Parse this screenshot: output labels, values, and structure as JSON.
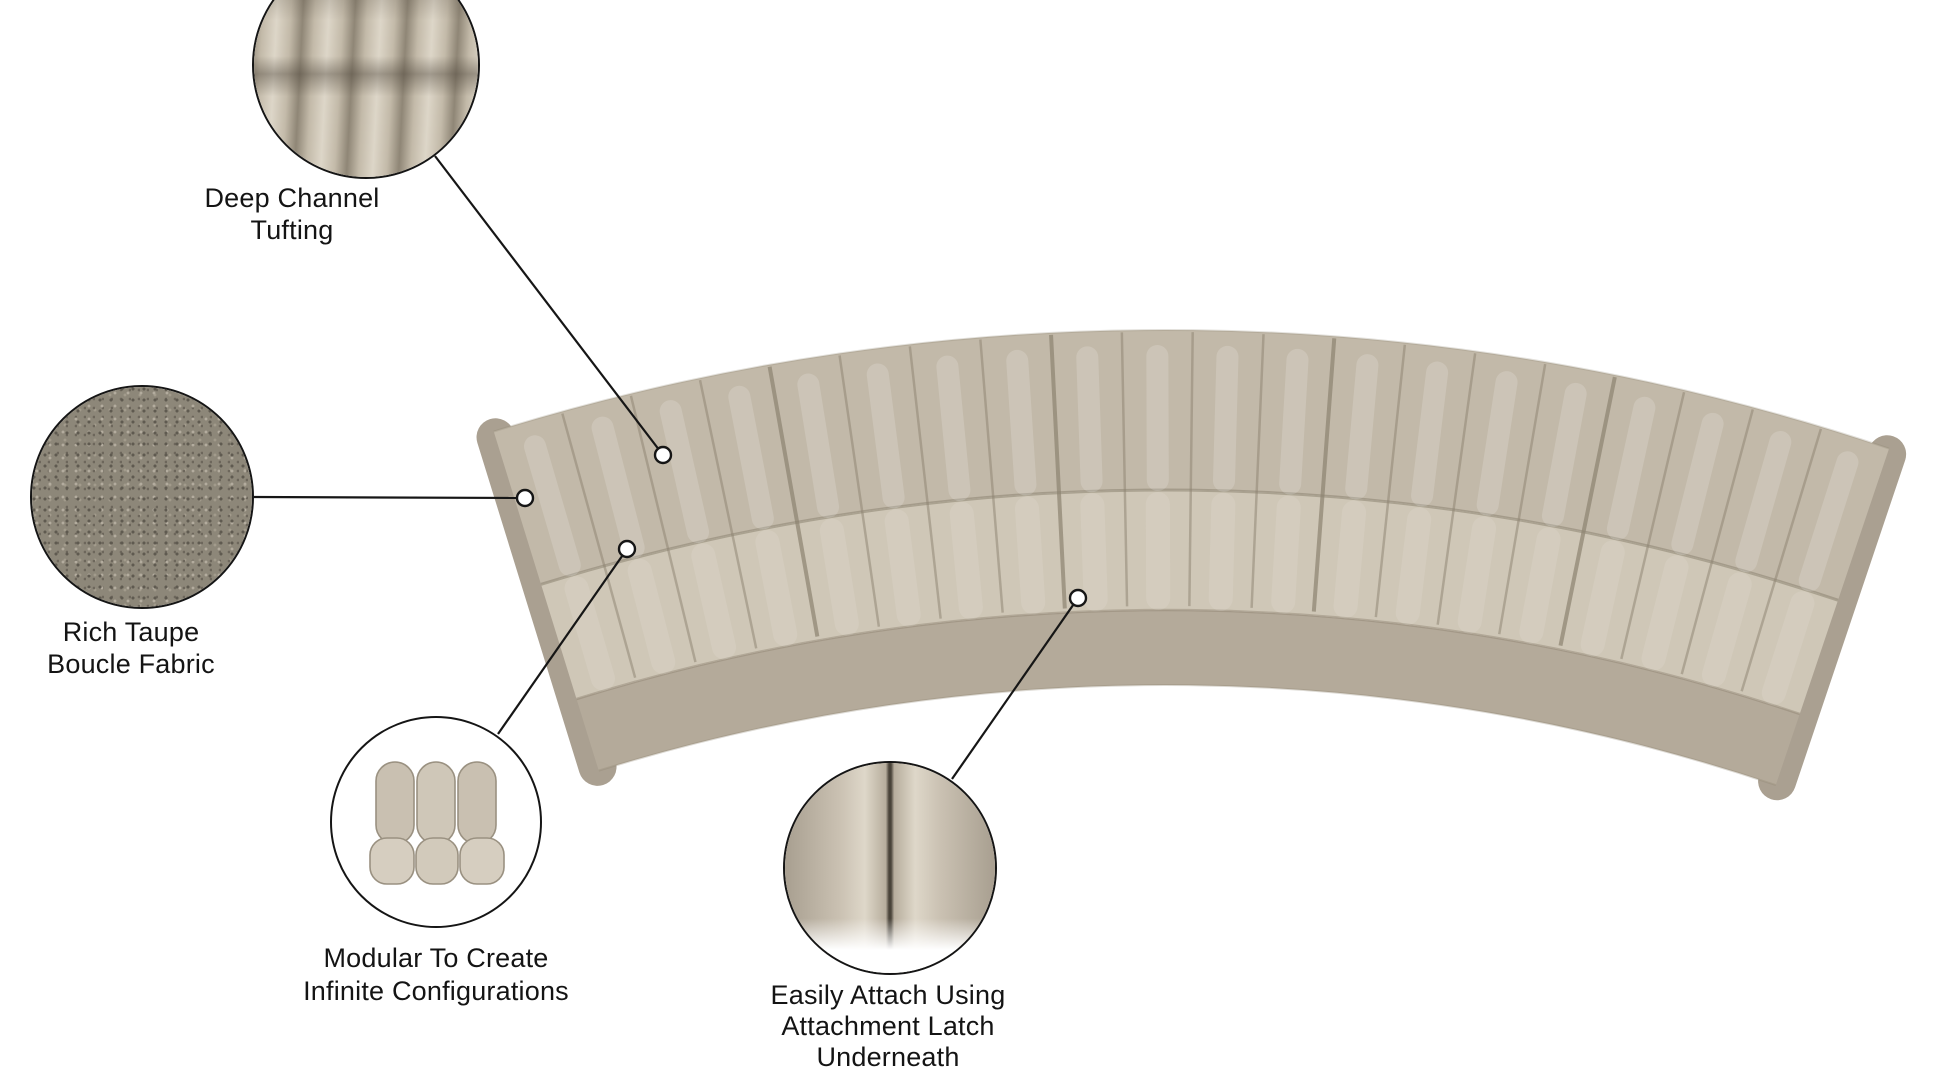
{
  "callouts": {
    "tufting": {
      "label_line1": "Deep Channel",
      "label_line2": "Tufting"
    },
    "fabric": {
      "label_line1": "Rich Taupe",
      "label_line2": "Boucle Fabric"
    },
    "modular": {
      "label_line1": "Modular To Create",
      "label_line2": "Infinite Configurations"
    },
    "attach": {
      "label_line1": "Easily Attach Using",
      "label_line2": "Attachment Latch",
      "label_line3": "Underneath"
    }
  },
  "colors": {
    "sofa_back": "#c2b9a9",
    "sofa_seat": "#cfc7b7",
    "sofa_front": "#b4aa9a",
    "sofa_arm": "#aaa091",
    "sofa_seam": "#8d8371",
    "connector": "#161616",
    "background": "#ffffff"
  }
}
